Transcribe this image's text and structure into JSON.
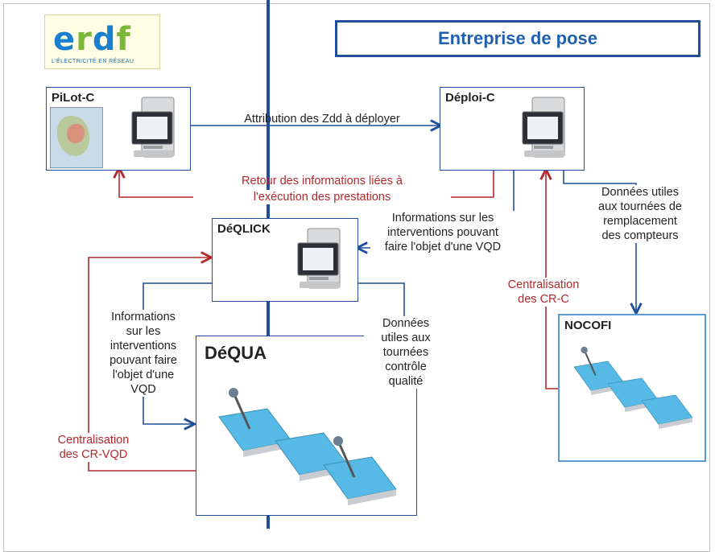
{
  "logo": {
    "name": "erdf",
    "tagline": "L'ÉLECTRICITÉ EN RÉSEAU"
  },
  "title": "Entreprise de pose",
  "nodes": {
    "pilot": "PiLot-C",
    "deploi": "Déploi-C",
    "deqlick": "DéQLICK",
    "dequa": "DéQUA",
    "nocofi": "NOCOFI"
  },
  "labels": {
    "attribution": "Attribution des Zdd à déployer",
    "retour_1": "Retour des informations liées à",
    "retour_2": "l'exécution des prestations",
    "info_vqd_right": [
      "Informations sur les",
      "interventions pouvant",
      "faire l'objet d'une VQD"
    ],
    "donnees_remplacement": [
      "Données utiles",
      "aux tournées de",
      "remplacement",
      "des compteurs"
    ],
    "centralisation_crc": [
      "Centralisation",
      "des CR-C"
    ],
    "info_vqd_left": [
      "Informations",
      "sur les",
      "interventions",
      "pouvant faire",
      "l'objet d'une",
      "VQD"
    ],
    "donnees_controle": [
      "Données",
      "utiles aux",
      "tournées",
      "contrôle",
      "qualité"
    ],
    "centralisation_crvqd": [
      "Centralisation",
      "des CR-VQD"
    ]
  },
  "colors": {
    "blue": "#1f4e9b",
    "red": "#b3282d",
    "title": "#1f5fb0"
  },
  "icons": [
    "computer-icon",
    "meter-icon",
    "arrow-icon"
  ]
}
